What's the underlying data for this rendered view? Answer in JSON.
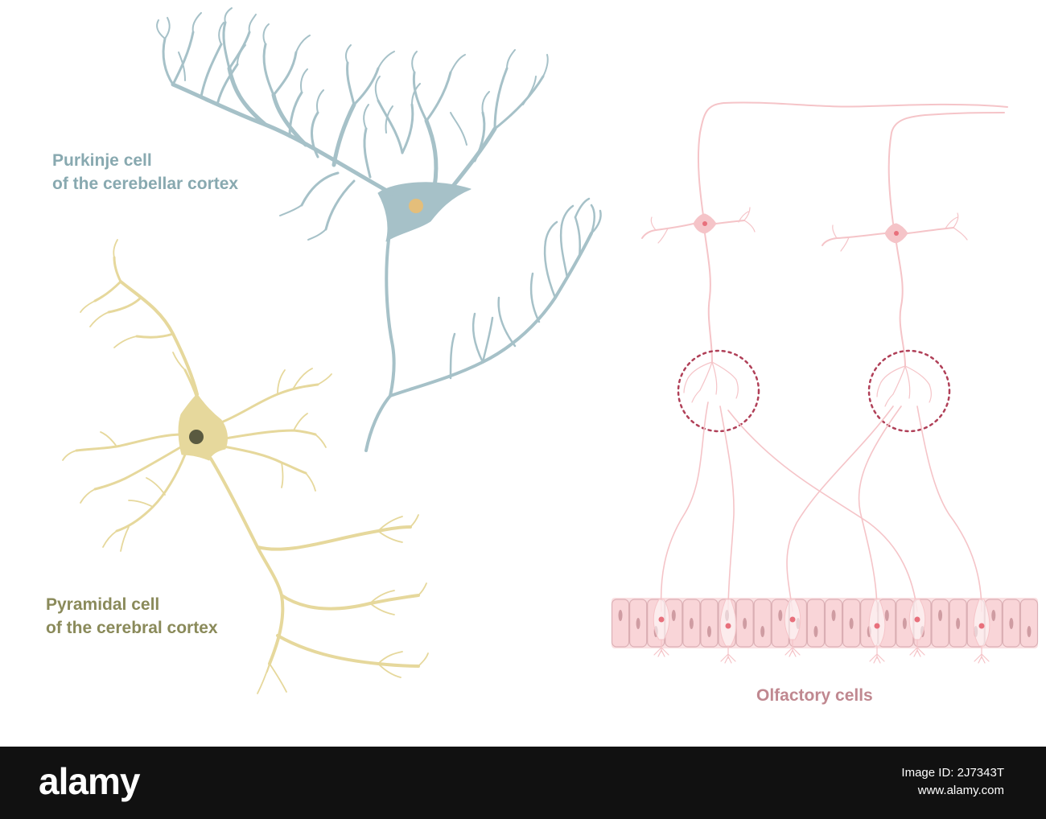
{
  "colors": {
    "purkinje": "#a6c1c8",
    "purkinje_text": "#88a9b0",
    "purkinje_nucleus": "#e4be7a",
    "pyramidal": "#e6d89c",
    "pyramidal_text": "#8a8a5a",
    "pyramidal_nucleus": "#5a5a40",
    "olfactory": "#f5c4c8",
    "olfactory_text": "#c08890",
    "olfactory_nucleus": "#e8707c",
    "dashed_circle": "#b04058",
    "footer_bg": "#111111"
  },
  "labels": {
    "purkinje": [
      "Purkinje cell",
      "of the cerebellar cortex"
    ],
    "pyramidal": [
      "Pyramidal cell",
      "of the cerebral cortex"
    ],
    "olfactory": "Olfactory cells"
  },
  "footer": {
    "logo": "alamy",
    "image_id": "Image ID: 2J7343T",
    "site": "www.alamy.com"
  }
}
